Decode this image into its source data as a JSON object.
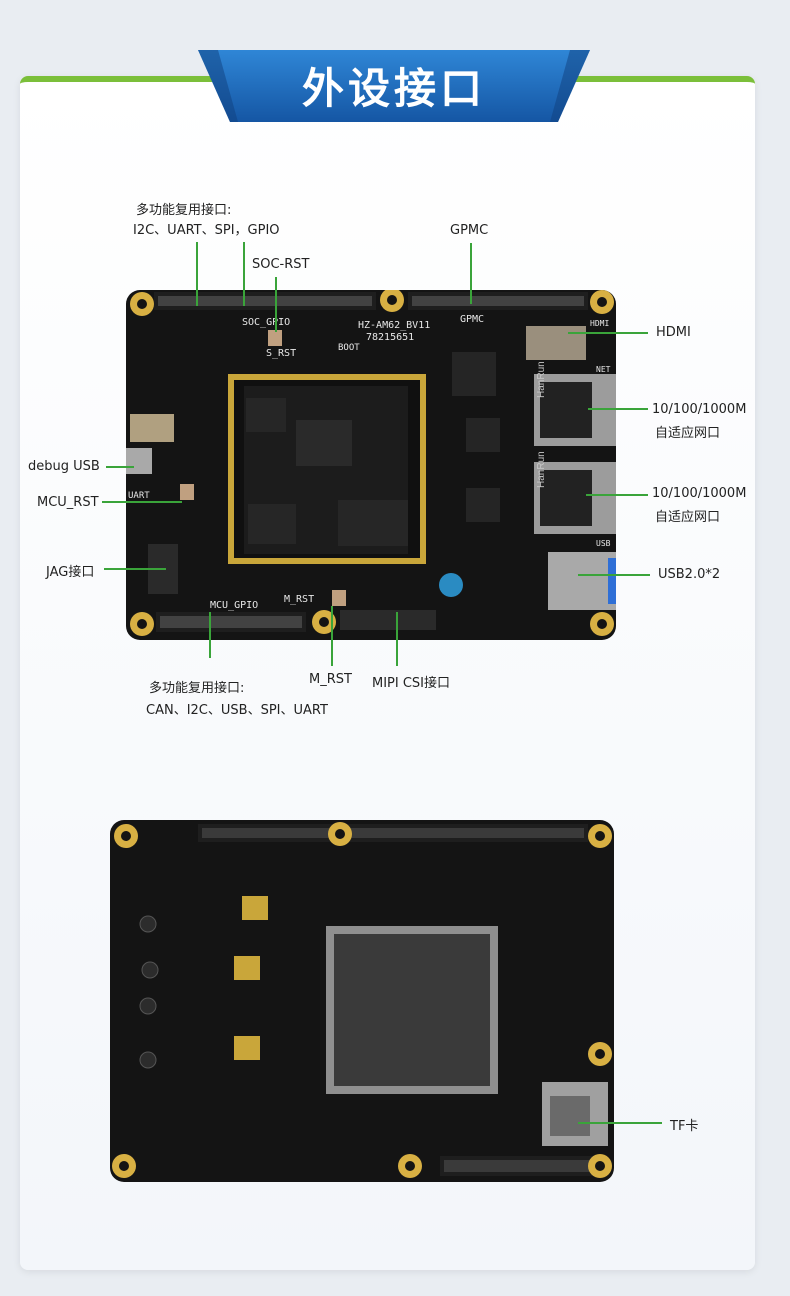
{
  "header": {
    "title": "外设接口"
  },
  "top_board": {
    "silkscreen": {
      "model": "HZ-AM62_BV11",
      "serial": "78215651",
      "soc_gpio": "SOC_GPIO",
      "gpmc": "GPMC",
      "hdmi": "HDMI",
      "net": "NET",
      "usb": "USB",
      "uart": "UART",
      "mcu_gpio": "MCU_GPIO",
      "s_rst": "S_RST",
      "m_rst": "M_RST",
      "boot": "BOOT",
      "eth_brand_1": "HanRun",
      "eth_brand_2": "HanRun"
    },
    "labels": {
      "multi_top_1": "多功能复用接口:",
      "multi_top_2": "I2C、UART、SPI，GPIO",
      "soc_rst": "SOC-RST",
      "gpmc": "GPMC",
      "hdmi": "HDMI",
      "eth1_speed": "10/100/1000M",
      "eth1_mode": "自适应网口",
      "eth2_speed": "10/100/1000M",
      "eth2_mode": "自适应网口",
      "usb2": "USB2.0*2",
      "debug_usb": "debug USB",
      "mcu_rst": "MCU_RST",
      "jag": "JAG接口",
      "m_rst": "M_RST",
      "mipi_csi": "MIPI CSI接口",
      "multi_bottom_1": "多功能复用接口:",
      "multi_bottom_2": "CAN、I2C、USB、SPI、UART"
    }
  },
  "bottom_board": {
    "labels": {
      "tf_card": "TF卡"
    }
  },
  "colors": {
    "accent_green": "#7bbf3a",
    "line_green": "#3aa43a",
    "banner_blue": "#1f6fbf",
    "pcb_black": "#141414",
    "gold": "#d8b043"
  }
}
